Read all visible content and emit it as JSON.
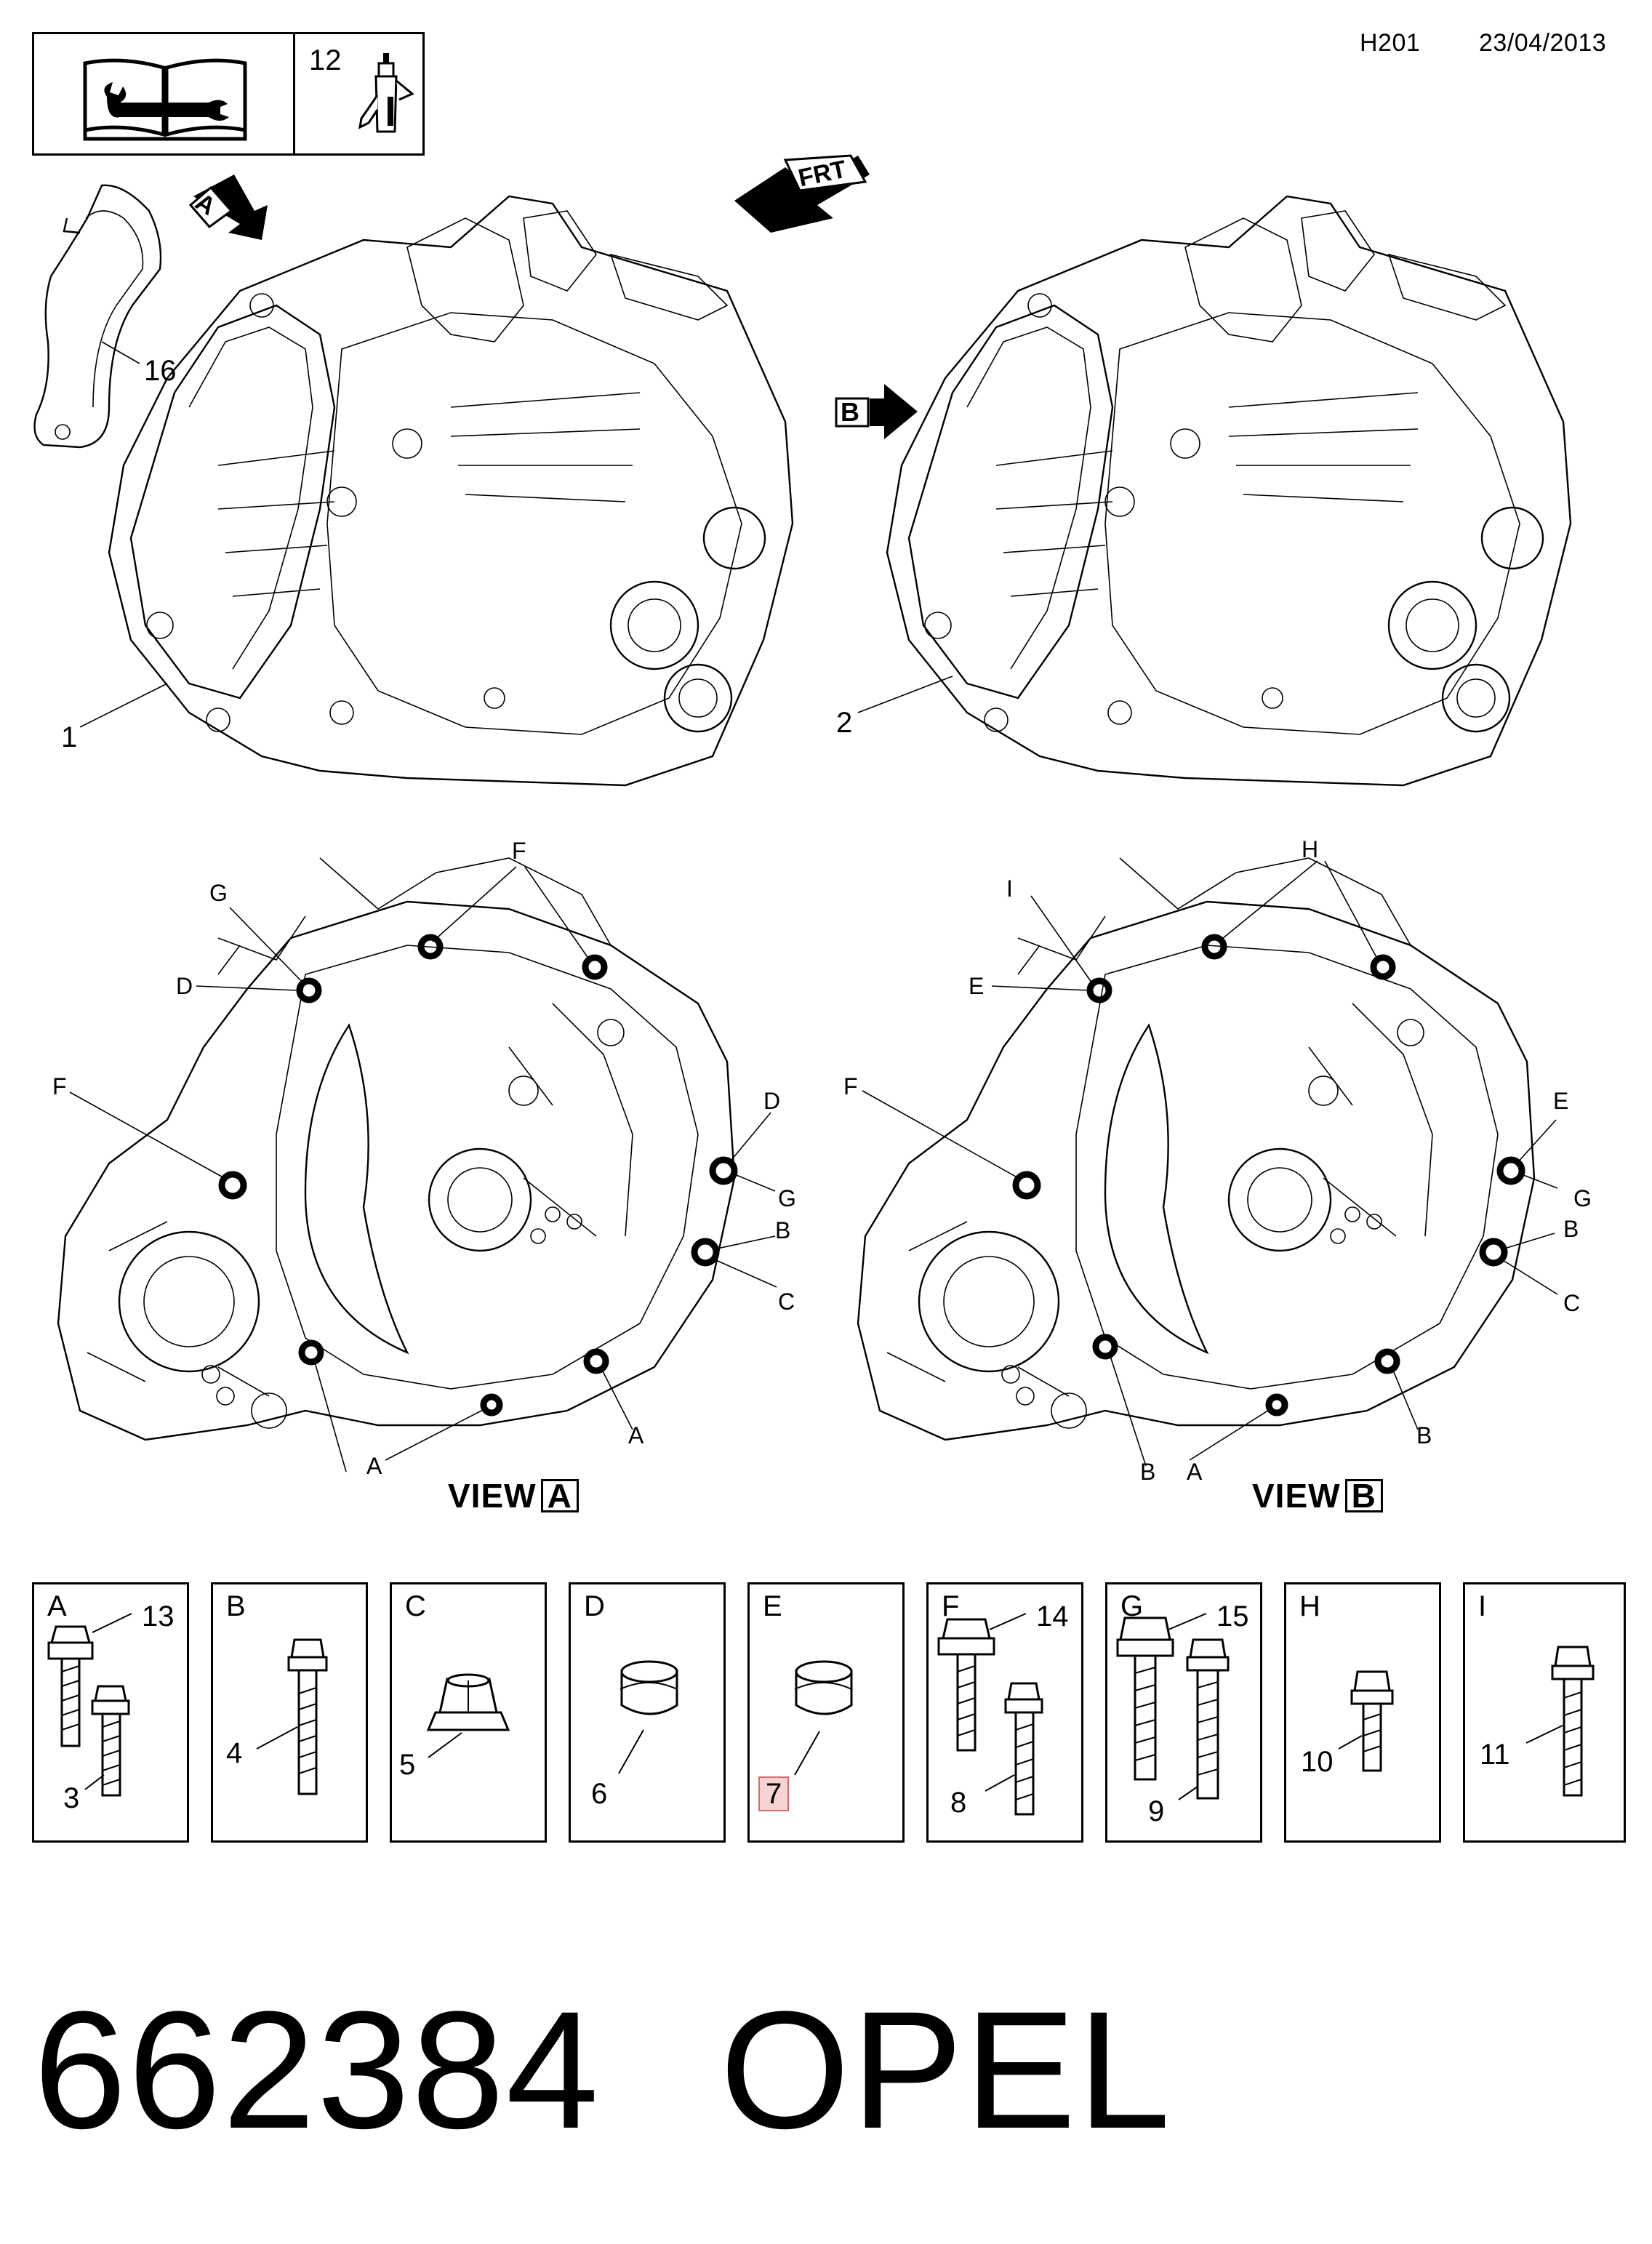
{
  "header": {
    "code": "H201",
    "date": "23/04/2013"
  },
  "legend_box": {
    "manual_icon": "book-wrench-icon",
    "torque_number": "12",
    "torque_icon": "sealant-tube-icon"
  },
  "top_views": {
    "arrow_a_label": "A",
    "arrow_b_label": "B",
    "frt_label": "FRT",
    "bracket_number": "16",
    "gearbox_1_number": "1",
    "gearbox_2_number": "2"
  },
  "view_a": {
    "title": "VIEW",
    "title_letter": "A",
    "callouts": [
      "G",
      "F",
      "D",
      "F",
      "D",
      "G",
      "B",
      "C",
      "A",
      "A"
    ]
  },
  "view_b": {
    "title": "VIEW",
    "title_letter": "B",
    "callouts": [
      "I",
      "H",
      "E",
      "F",
      "E",
      "G",
      "B",
      "C",
      "B",
      "A",
      "B"
    ]
  },
  "kits": [
    {
      "letter": "A",
      "numbers": [
        "13",
        "3"
      ]
    },
    {
      "letter": "B",
      "numbers": [
        "4"
      ]
    },
    {
      "letter": "C",
      "numbers": [
        "5"
      ]
    },
    {
      "letter": "D",
      "numbers": [
        "6"
      ]
    },
    {
      "letter": "E",
      "numbers": [
        "7"
      ],
      "highlighted": true
    },
    {
      "letter": "F",
      "numbers": [
        "14",
        "8"
      ]
    },
    {
      "letter": "G",
      "numbers": [
        "15",
        "9"
      ]
    },
    {
      "letter": "H",
      "numbers": [
        "10"
      ]
    },
    {
      "letter": "I",
      "numbers": [
        "11"
      ]
    }
  ],
  "footer": {
    "part_number": "662384",
    "brand": "OPEL"
  }
}
